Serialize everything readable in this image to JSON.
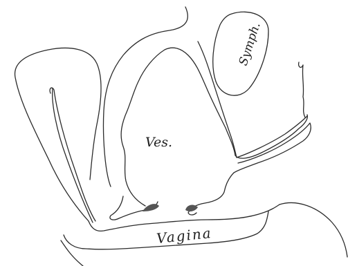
{
  "labels": {
    "symphysis": "Symph.",
    "vesica": "Ves.",
    "vagina": "Vagina"
  },
  "colors": {
    "ink": "#2a2a2a",
    "shade": "#555555",
    "background": "#ffffff"
  }
}
